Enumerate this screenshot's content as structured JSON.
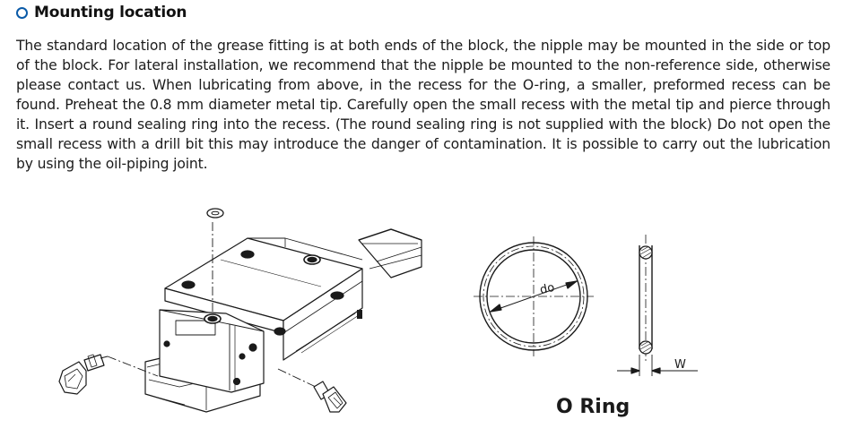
{
  "section": {
    "title": "Mounting location"
  },
  "paragraph": "The standard location of the grease fitting is at both ends of the block, the nipple may be mounted in the side or top of the block. For lateral installation, we recommend that the nipple be mounted to the non-reference side, otherwise please contact us. When lubricating from above, in the recess for the O-ring, a smaller, preformed recess can be found. Preheat the 0.8 mm diameter metal tip. Carefully open the small recess with the metal tip and pierce through it. Insert a round sealing ring into the recess. (The round sealing ring is not supplied with the block) Do not open the small recess with a drill bit this may introduce the danger of contamination. It is possible to carry out the lubrication by using the oil-piping joint.",
  "figure": {
    "oring_label_do": "do",
    "oring_label_w": "W",
    "oring_caption": "O Ring"
  },
  "colors": {
    "bullet": "#0a5aa8",
    "line": "#1a1a1a"
  }
}
